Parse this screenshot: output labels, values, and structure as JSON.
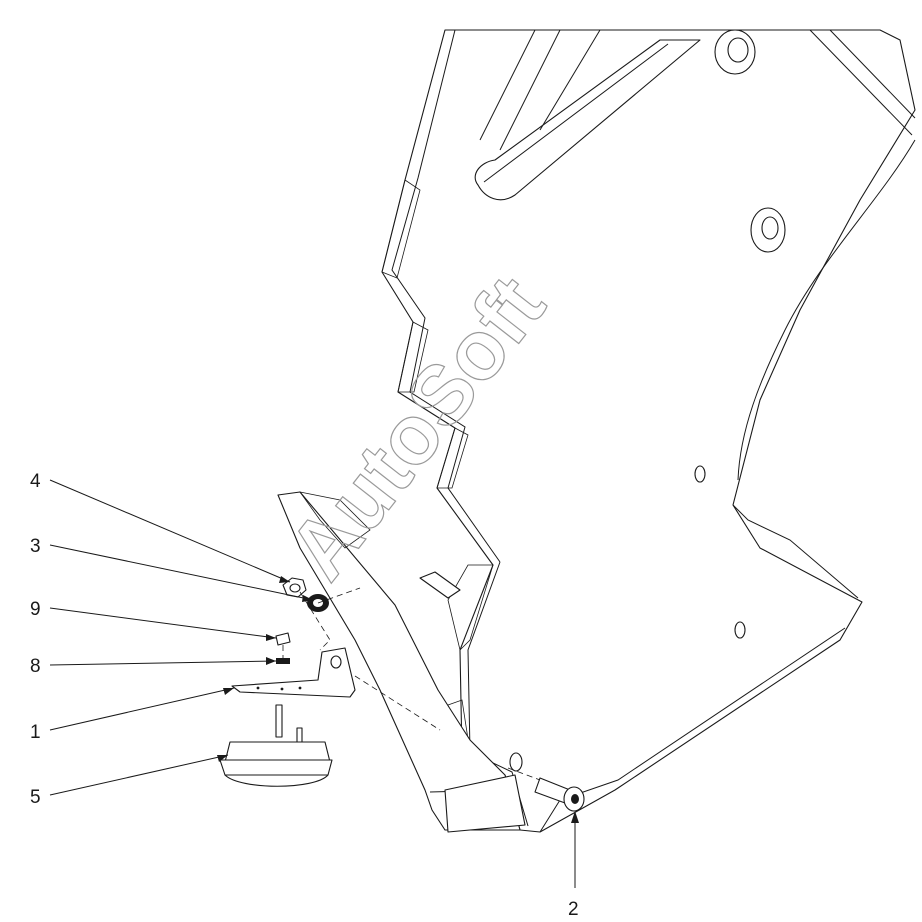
{
  "watermark": "AutoSoft",
  "callouts": [
    {
      "id": "4",
      "label": "4"
    },
    {
      "id": "3",
      "label": "3"
    },
    {
      "id": "9",
      "label": "9"
    },
    {
      "id": "8",
      "label": "8"
    },
    {
      "id": "1",
      "label": "1"
    },
    {
      "id": "5",
      "label": "5"
    },
    {
      "id": "2",
      "label": "2"
    }
  ],
  "colors": {
    "line": "#1a1a1a",
    "background": "#ffffff",
    "watermark": "#9a9a9a"
  }
}
